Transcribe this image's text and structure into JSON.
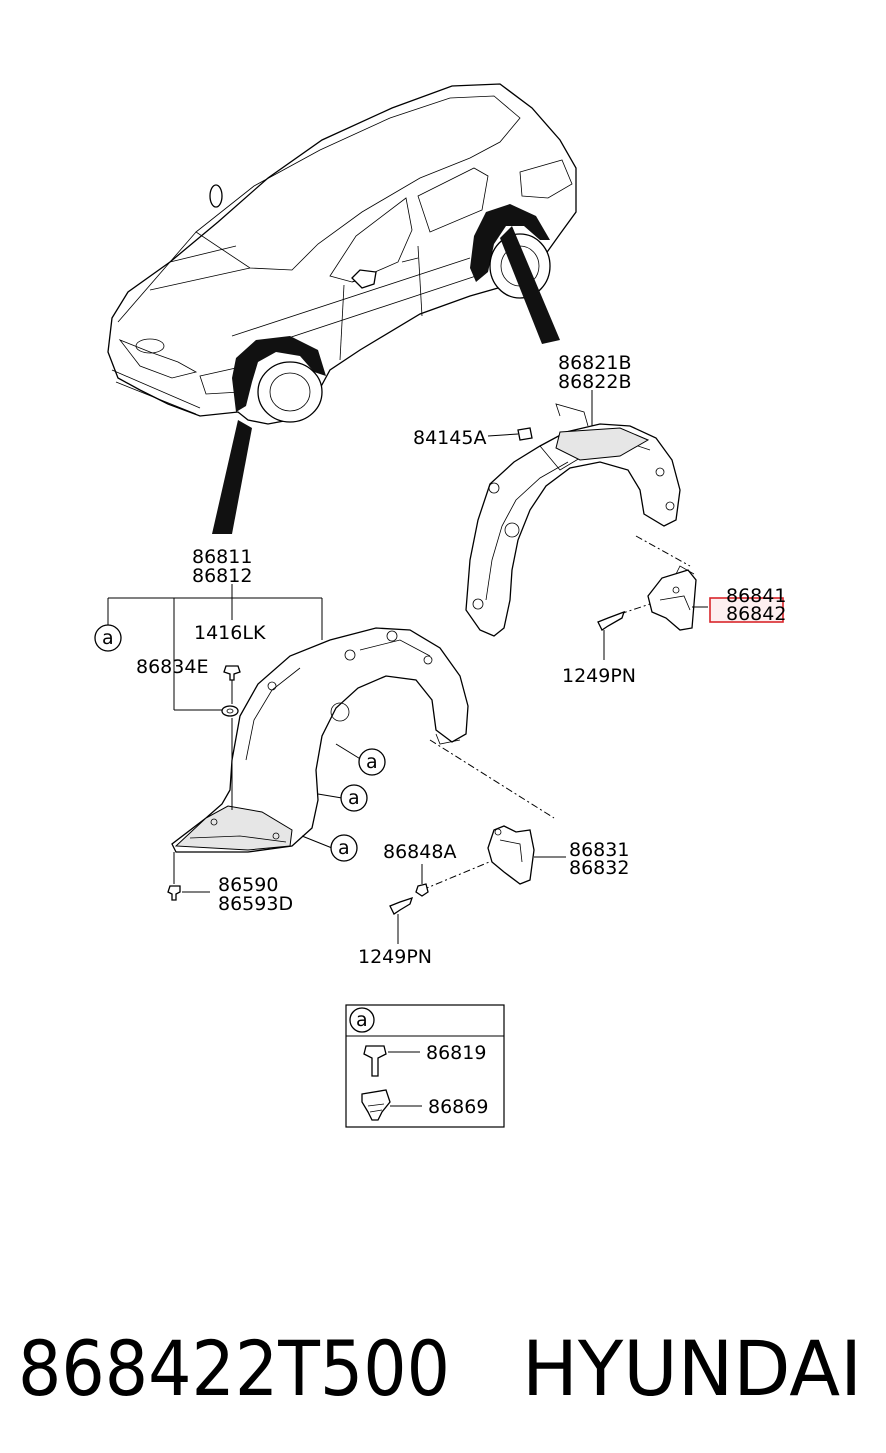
{
  "callouts": {
    "rear_liner_a": "86821B",
    "rear_liner_b": "86822B",
    "nut": "84145A",
    "rear_guard_a": "86841",
    "rear_guard_b": "86842",
    "rear_screw": "1249PN",
    "front_liner_a": "86811",
    "front_liner_b": "86812",
    "clip_ref": "a",
    "bolt": "1416LK",
    "washer": "86834E",
    "front_fastener_a": "86590",
    "front_fastener_b": "86593D",
    "mudguard_clip": "86848A",
    "front_guard_a": "86831",
    "front_guard_b": "86832",
    "front_screw": "1249PN"
  },
  "legend": {
    "ref": "a",
    "item1": "86819",
    "item2": "86869"
  },
  "footer": {
    "part_number": "868422T500",
    "brand": "HYUNDAI"
  },
  "colors": {
    "highlight_stroke": "#d9262b",
    "highlight_fill": "#fbe2e3"
  }
}
